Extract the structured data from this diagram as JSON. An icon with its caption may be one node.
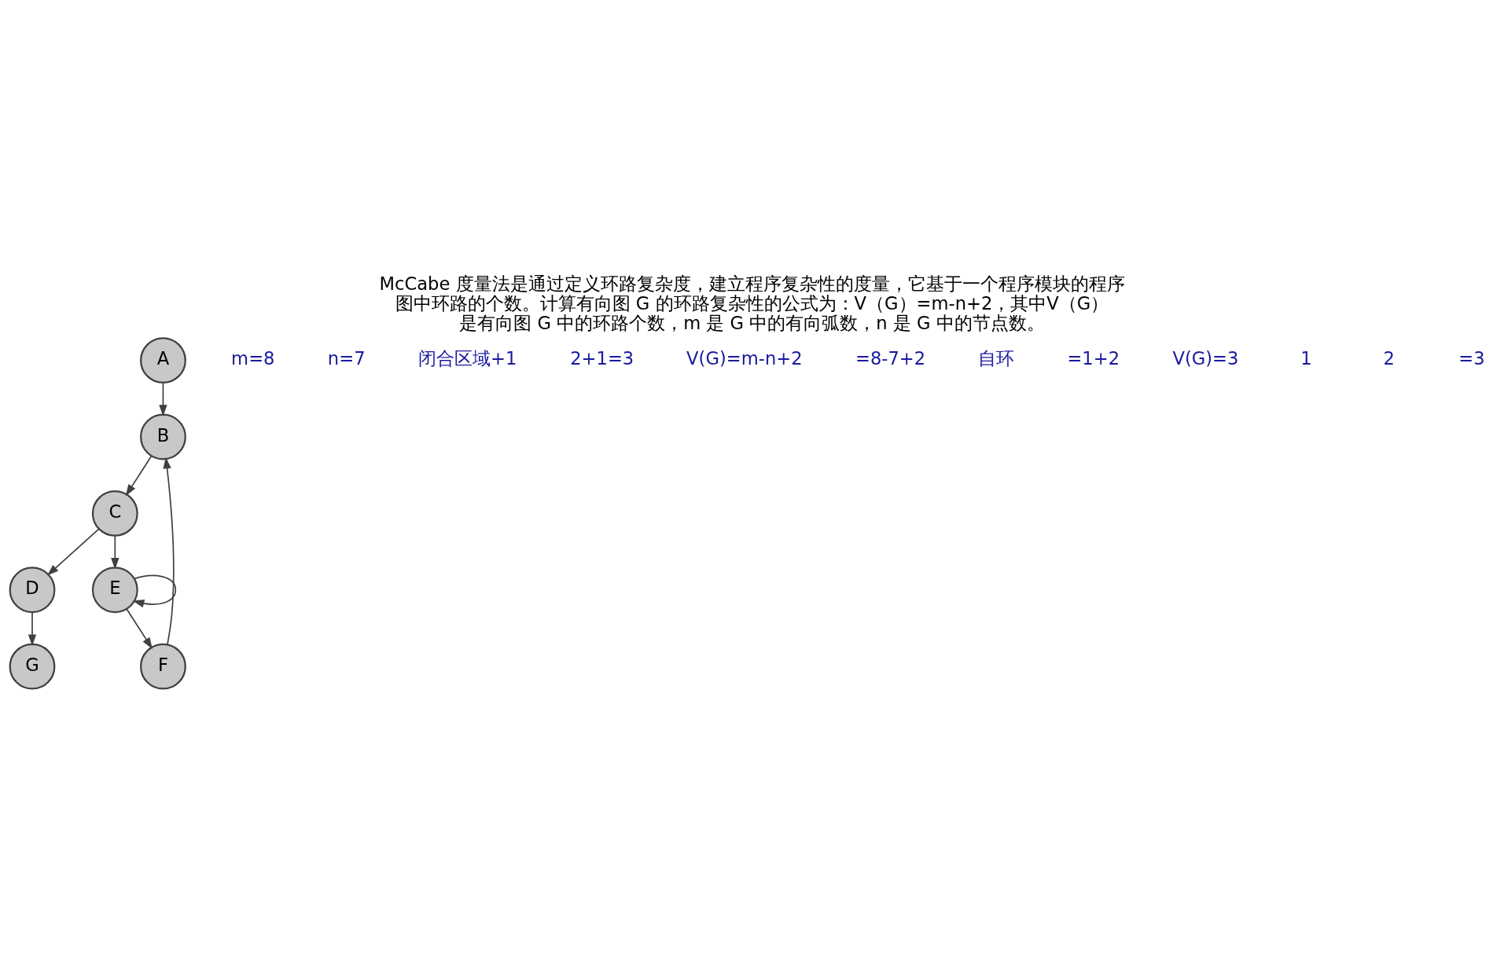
{
  "diagram": {
    "title": "McCabe 度量法是通过定义环路复杂度，建立程序复杂性的度量，它基于一个程序模块的程序图中环路的个数。计算有向图 G 的环路复杂性的公式为：V（G）=m-n+2，其中V（G）是有向图 G 中的环路个数，m 是 G 中的有向弧数，n 是 G 中的节点数。",
    "nodes": [
      {
        "text": [
          "A"
        ]
      },
      {
        "text": [
          "B"
        ]
      },
      {
        "text": [
          "C"
        ]
      },
      {
        "text": [
          "D"
        ]
      },
      {
        "text": [
          "E"
        ]
      },
      {
        "text": [
          "G"
        ]
      },
      {
        "text": [
          "F"
        ]
      }
    ],
    "edges": [
      {
        "from": 0,
        "to": 1,
        "arrow": "to"
      },
      {
        "from": 1,
        "to": 2,
        "arrow": "to"
      },
      {
        "from": 2,
        "to": 3,
        "arrow": "to"
      },
      {
        "from": 2,
        "to": 4,
        "arrow": "to"
      },
      {
        "from": 4,
        "to": 4,
        "arrow": "to"
      },
      {
        "from": 3,
        "to": 5,
        "arrow": "to"
      },
      {
        "from": 4,
        "to": 6,
        "arrow": "to"
      },
      {
        "from": 6,
        "to": 1,
        "arrow": "to"
      }
    ],
    "labels": [
      "m=8",
      "n=7",
      "闭合区域+1",
      "2+1=3",
      "V(G)=m-n+2",
      "=8-7+2",
      "自环",
      "=1+2",
      "V(G)=3",
      "1",
      "2",
      "=3"
    ]
  }
}
